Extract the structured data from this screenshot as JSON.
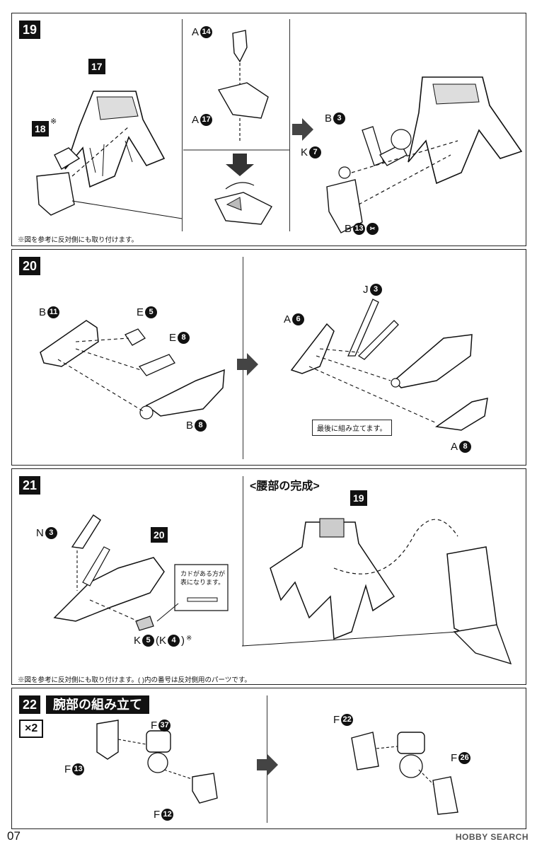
{
  "step19": {
    "number": "19",
    "refs": {
      "r17": "17",
      "r18": "18",
      "r18_mark": "※"
    },
    "labels": {
      "a14_letter": "A",
      "a14_num": "14",
      "a17_letter": "A",
      "a17_num": "17",
      "b3_letter": "B",
      "b3_num": "3",
      "k7_letter": "K",
      "k7_num": "7",
      "b13_letter": "B",
      "b13_num": "13"
    },
    "note": "※図を参考に反対側にも取り付けます。"
  },
  "step20": {
    "number": "20",
    "labels": {
      "b11_letter": "B",
      "b11_num": "11",
      "e5_letter": "E",
      "e5_num": "5",
      "e8_letter": "E",
      "e8_num": "8",
      "b8_letter": "B",
      "b8_num": "8",
      "a6_letter": "A",
      "a6_num": "6",
      "j3_letter": "J",
      "j3_num": "3",
      "a8_letter": "A",
      "a8_num": "8"
    },
    "callout": "最後に組み立てます。"
  },
  "step21": {
    "number": "21",
    "refs": {
      "r20": "20",
      "r19": "19"
    },
    "labels": {
      "n3_letter": "N",
      "n3_num": "3",
      "k5_letter": "K",
      "k5_num": "5",
      "k5_paren_open": "(K",
      "k4_num": "4",
      "k5_paren_close": ")",
      "k5_mark": "※"
    },
    "callout": "カドがある方が\n表になります。",
    "section_title": "<腰部の完成>",
    "note": "※図を参考に反対側にも取り付けます。( )内の番号は反対側用のパーツです。"
  },
  "step22": {
    "number": "22",
    "title": "腕部の組み立て",
    "multiplier": "×2",
    "labels": {
      "f13_letter": "F",
      "f13_num": "13",
      "f37_letter": "F",
      "f37_num": "37",
      "f12_letter": "F",
      "f12_num": "12",
      "f22_letter": "F",
      "f22_num": "22",
      "f26_letter": "F",
      "f26_num": "26"
    }
  },
  "footer": {
    "page_number": "07",
    "watermark": "HOBBY SEARCH"
  }
}
